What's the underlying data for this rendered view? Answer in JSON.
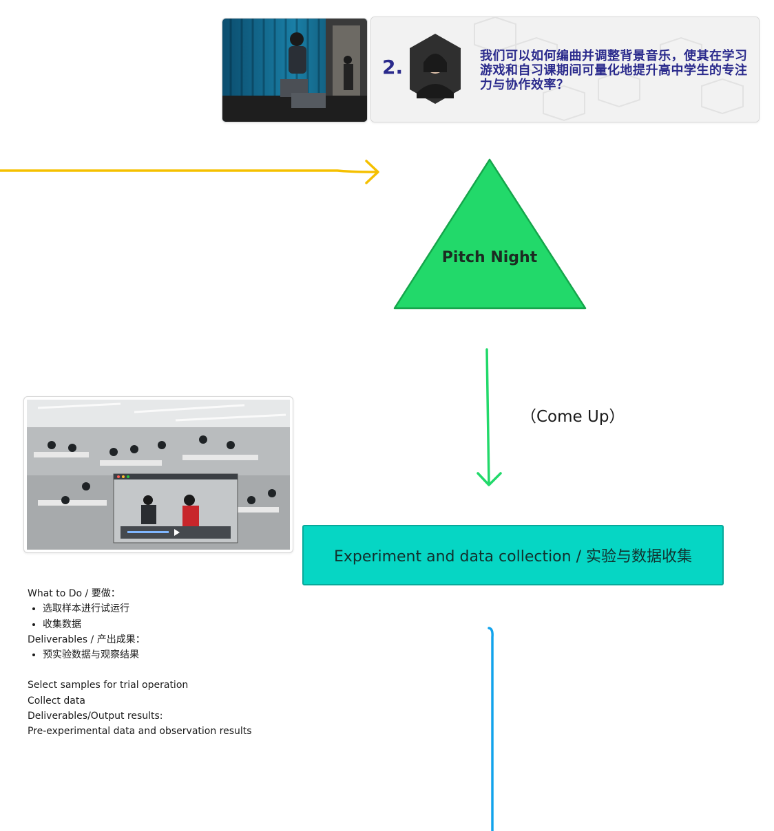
{
  "slide": {
    "number": "2.",
    "question": "我们可以如何编曲并调整背景音乐，使其在学习游戏和自习课期间可量化地提升高中学生的专注力与协作效率？"
  },
  "triangle": {
    "label": "Pitch Night"
  },
  "connector": {
    "label": "（Come Up）"
  },
  "experiment": {
    "label": "Experiment and data collection / 实验与数据收集"
  },
  "notes": {
    "what_to_do": "What to Do / 要做：",
    "what_items": [
      "选取样本进行试运行",
      "收集数据"
    ],
    "deliverables": "Deliverables / 产出成果：",
    "deliverable_items": [
      "预实验数据与观察结果"
    ],
    "en_lines": [
      "Select samples for trial operation",
      "Collect data",
      "Deliverables/Output results:",
      "Pre-experimental data and observation results"
    ]
  },
  "colors": {
    "yellow_arrow": "#f5c000",
    "green_arrow": "#22d96a",
    "blue_line": "#12a3ec",
    "triangle_fill": "#22d96a",
    "triangle_stroke": "#15a54b",
    "experiment_fill": "#06d6c4"
  }
}
